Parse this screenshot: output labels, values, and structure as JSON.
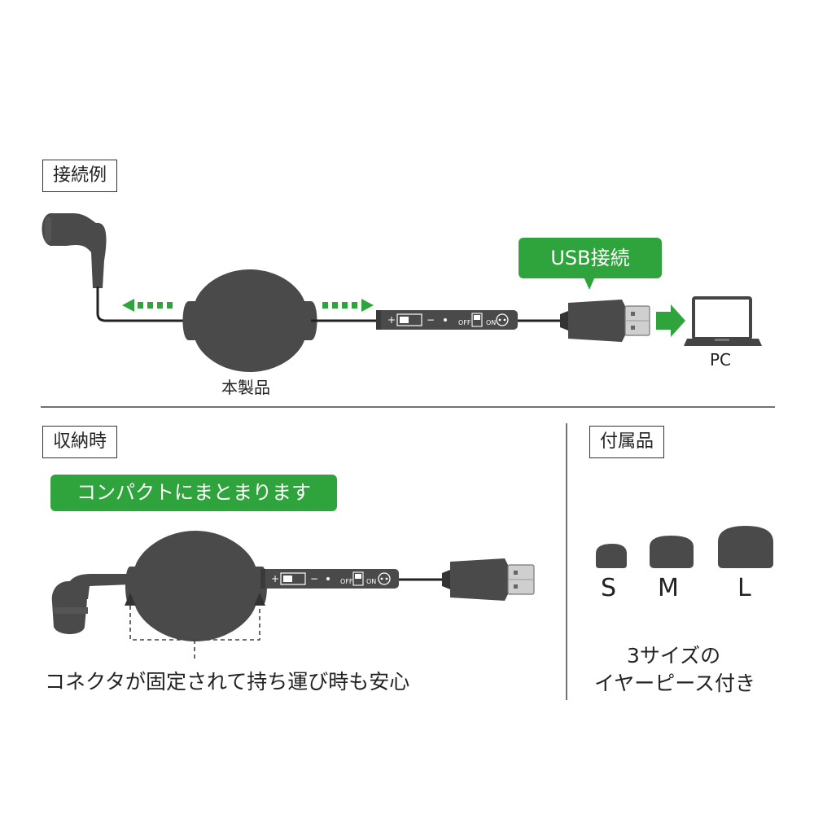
{
  "sections": {
    "connection": {
      "title": "接続例",
      "product_label": "本製品",
      "usb_callout": "USB接続",
      "pc_label": "PC"
    },
    "storage": {
      "title": "収納時",
      "callout": "コンパクトにまとまります",
      "caption": "コネクタが固定されて持ち運び時も安心"
    },
    "accessories": {
      "title": "付属品",
      "sizes": [
        "S",
        "M",
        "L"
      ],
      "caption_line1": "3サイズの",
      "caption_line2": "イヤーピース付き"
    }
  },
  "controller": {
    "plus": "+",
    "minus": "−",
    "off": "OFF",
    "on": "ON"
  },
  "colors": {
    "accent_green": "#2fa43c",
    "device_gray": "#4a4a4a"
  }
}
